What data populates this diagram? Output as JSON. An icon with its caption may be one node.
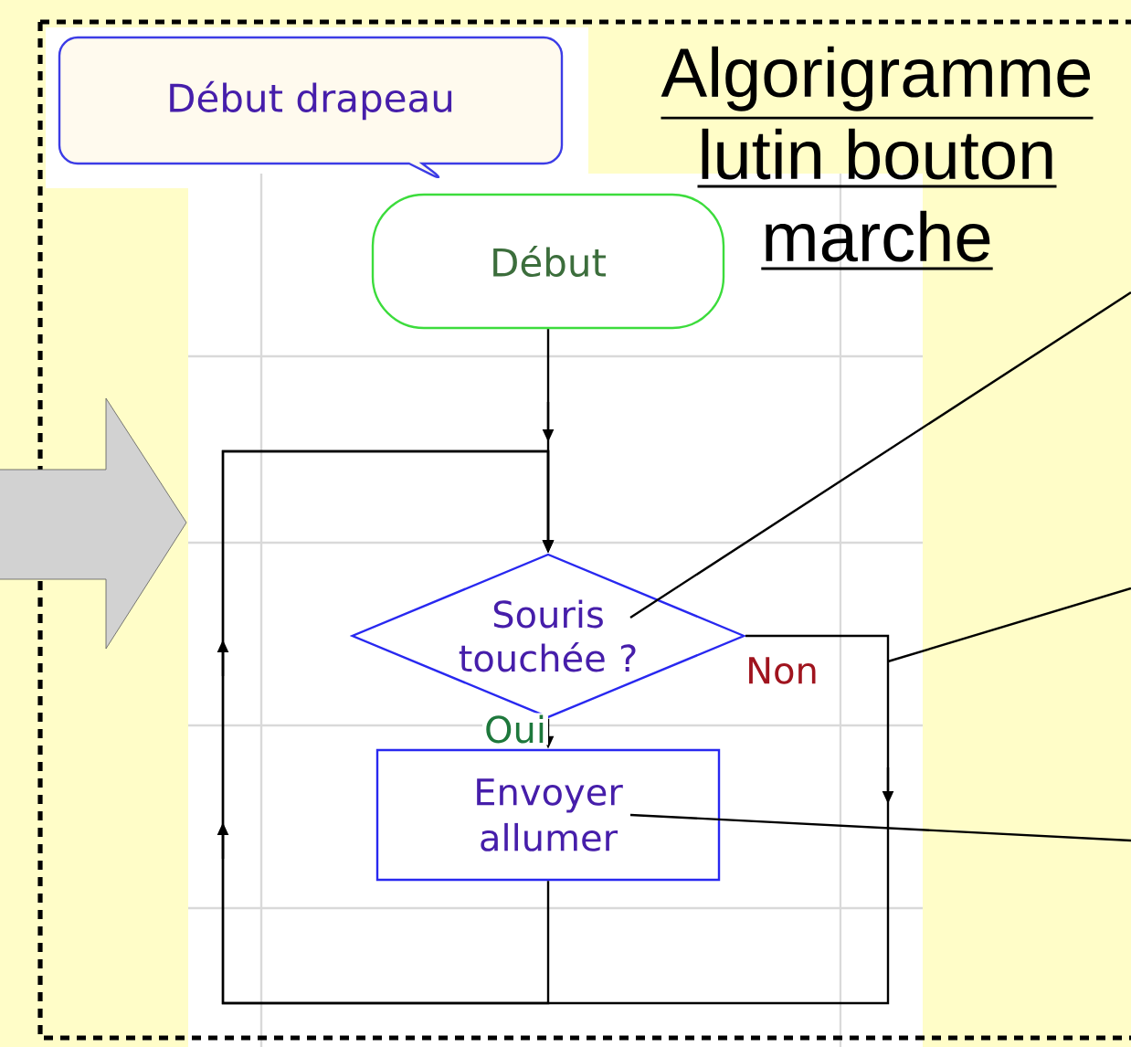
{
  "diagram": {
    "title": "Algorigramme lutin bouton marche",
    "nodes": [
      {
        "text": [
          "Début drapeau"
        ]
      },
      {
        "text": [
          "Début"
        ]
      },
      {
        "text": [
          "Souris touchée ?"
        ]
      },
      {
        "text": [
          "Envoyer allumer"
        ]
      }
    ],
    "edges": [
      {
        "from": 1,
        "to": 2,
        "arrow": "to"
      },
      {
        "from": 2,
        "to": 3,
        "arrow": "to",
        "label": "Oui"
      },
      {
        "from": 2,
        "to": 2,
        "arrow": "to",
        "label": "Non"
      },
      {
        "from": 3,
        "to": 2,
        "arrow": "to"
      },
      {
        "from": null,
        "to": 2,
        "arrow": "none"
      },
      {
        "from": null,
        "to": 3,
        "arrow": "none"
      }
    ]
  }
}
